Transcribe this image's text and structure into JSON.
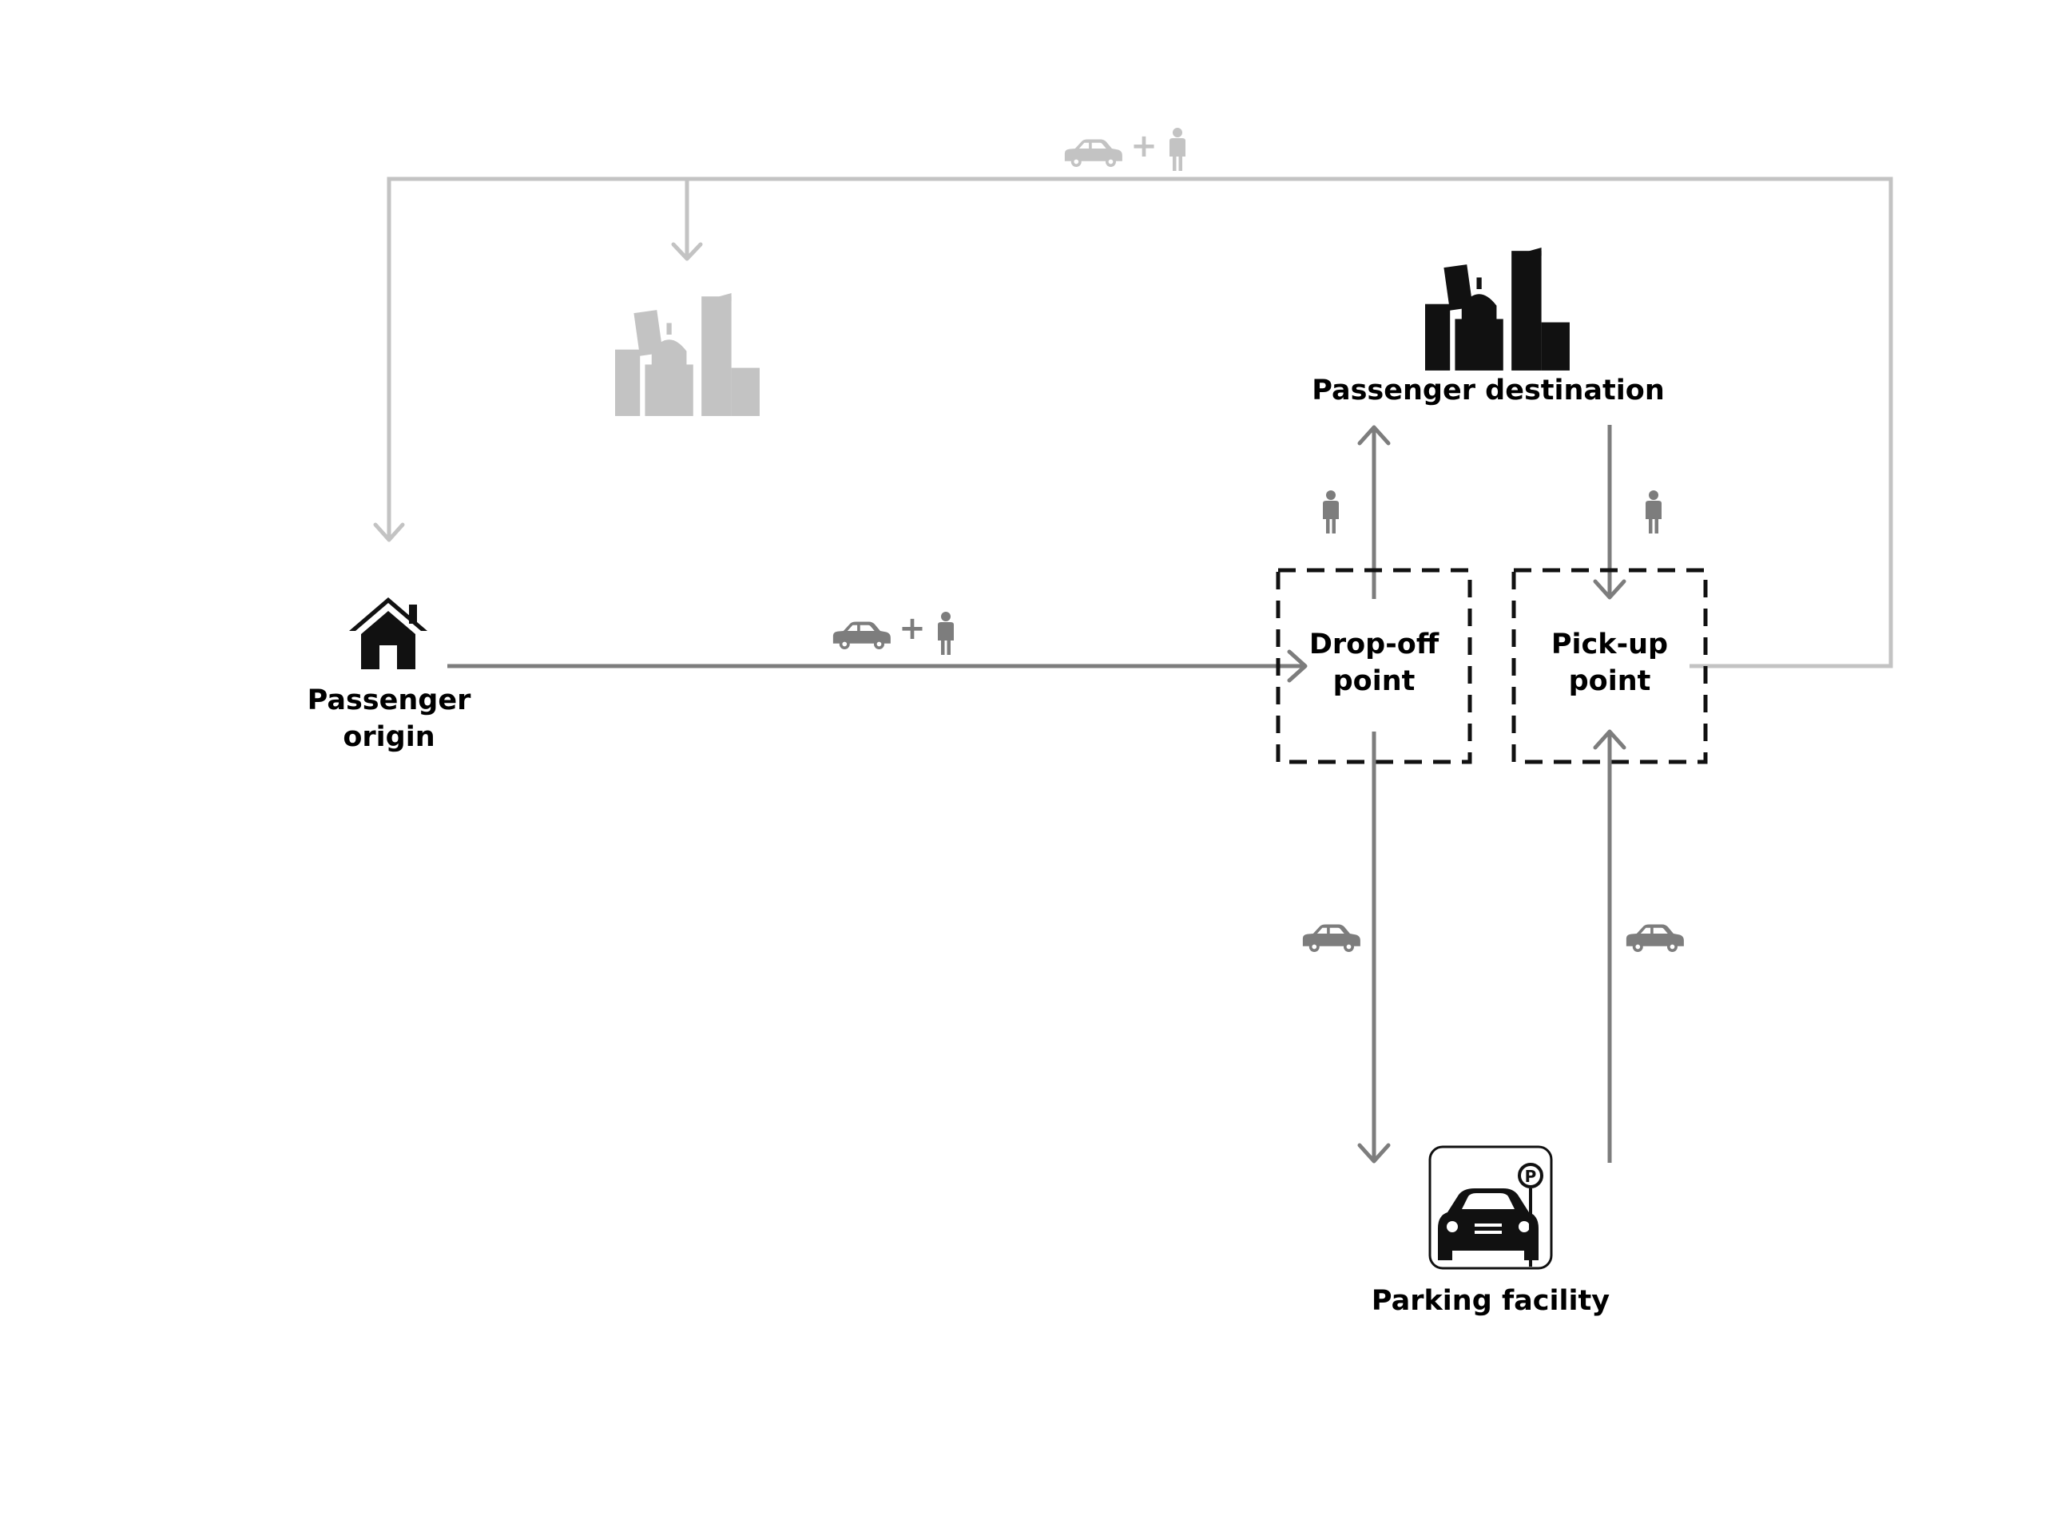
{
  "nodes": {
    "origin": {
      "line1": "Passenger",
      "line2": "origin",
      "icon": "house-icon"
    },
    "destination": {
      "label": "Passenger destination",
      "icon": "city-icon"
    },
    "alt_destination": {
      "icon": "city-icon"
    },
    "dropoff": {
      "line1": "Drop-off",
      "line2": "point"
    },
    "pickup": {
      "line1": "Pick-up",
      "line2": "point"
    },
    "parking": {
      "label": "Parking facility",
      "icon": "parking-car-icon",
      "sign_letter": "P"
    }
  },
  "flow_labels": {
    "plus": "+",
    "car_and_passenger": [
      "car-icon",
      "person-icon"
    ],
    "passenger_only": [
      "person-icon"
    ],
    "car_only": [
      "car-icon"
    ]
  },
  "colors": {
    "dark_flow": "#7d7d7d",
    "light_flow": "#c3c3c3",
    "icon_black": "#111111"
  }
}
